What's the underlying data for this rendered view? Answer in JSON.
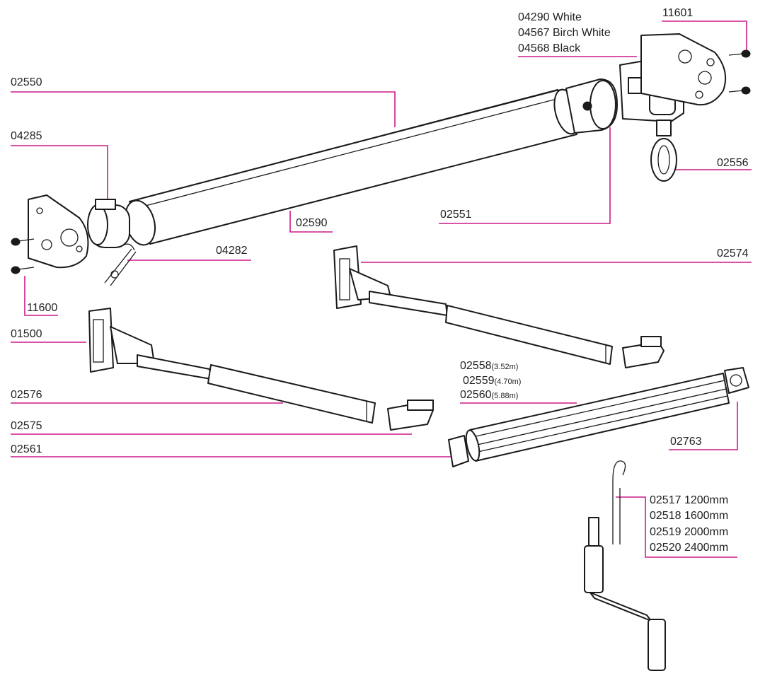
{
  "colors": {
    "leader": "#cc1a8a",
    "outline": "#1a1a1a",
    "background": "#ffffff"
  },
  "labels": {
    "l04290": "04290 White",
    "l04567": "04567 Birch White",
    "l04568": "04568 Black",
    "l11601": "11601",
    "l02550": "02550",
    "l04285": "04285",
    "l02556": "02556",
    "l02590": "02590",
    "l02551": "02551",
    "l04282": "04282",
    "l02574": "02574",
    "l11600": "11600",
    "l01500": "01500",
    "l02558": "02558",
    "l02558_len": "(3.52m)",
    "l02559": "02559",
    "l02559_len": "(4.70m)",
    "l02560": "02560",
    "l02560_len": "(5.88m)",
    "l02576": "02576",
    "l02575": "02575",
    "l02561": "02561",
    "l02763": "02763",
    "l02517": "02517 1200mm",
    "l02518": "02518 1600mm",
    "l02519": "02519 2000mm",
    "l02520": "02520 2400mm"
  }
}
